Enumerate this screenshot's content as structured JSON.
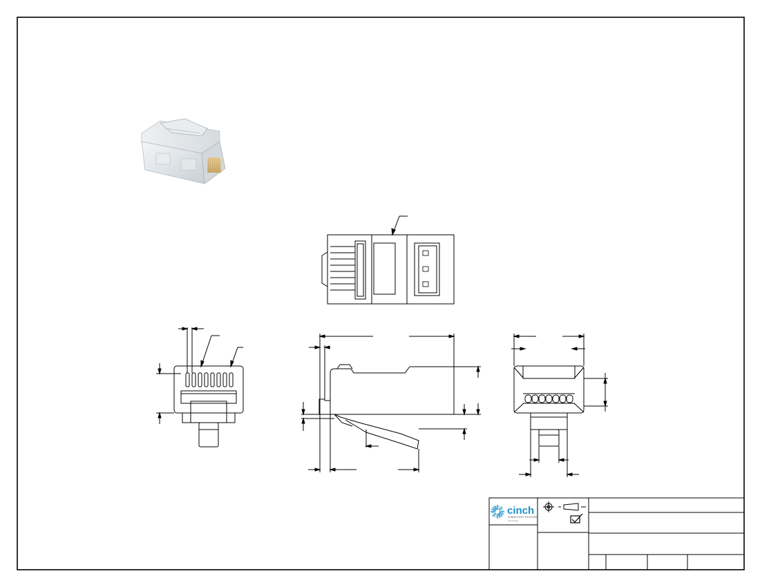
{
  "title_block": {
    "logo": {
      "wordmark": "cinch",
      "tagline": "CONNECTIVITY SOLUTIONS",
      "subline": "a bel group",
      "color": "#1f8fc9"
    },
    "projection_icon": "third-angle-projection-icon",
    "checkmark_icon": "checkbox-checked-icon"
  }
}
